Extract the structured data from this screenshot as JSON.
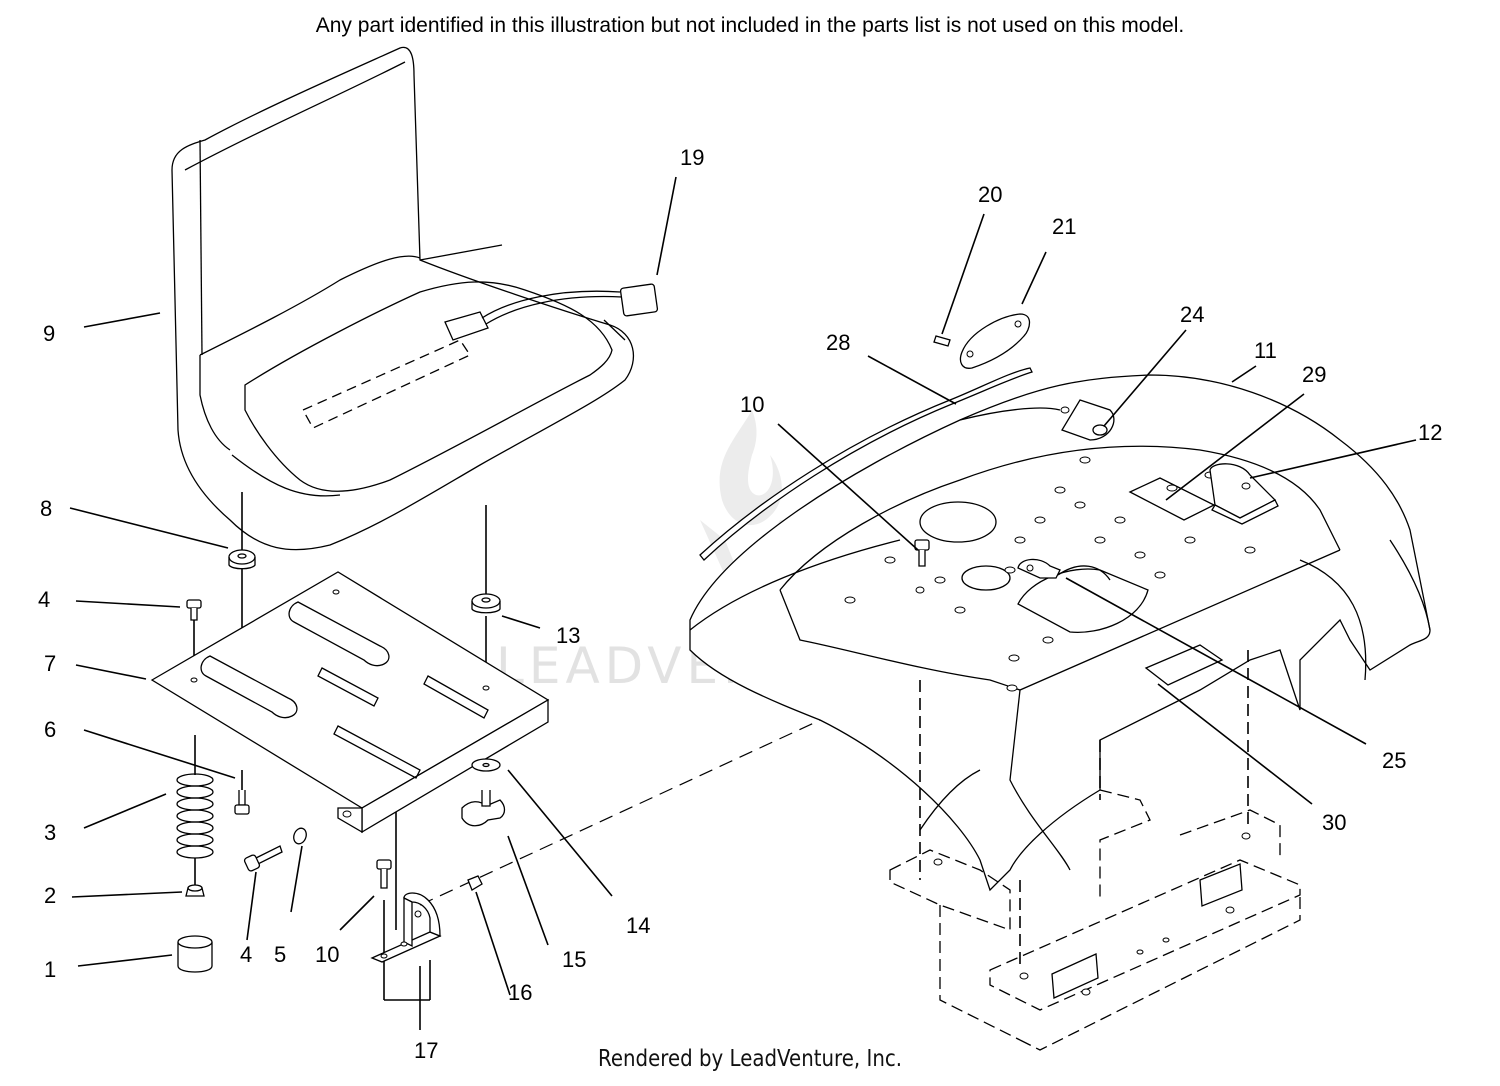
{
  "header_note": "Any part identified in this illustration but not included in the parts list is not used on this model.",
  "footer_credit": "Rendered by LeadVenture, Inc.",
  "watermark": "LEADVENTURE",
  "callouts": {
    "c1": "1",
    "c2": "2",
    "c3": "3",
    "c4a": "4",
    "c4b": "4",
    "c5": "5",
    "c6": "6",
    "c7": "7",
    "c8": "8",
    "c9": "9",
    "c10a": "10",
    "c10b": "10",
    "c11": "11",
    "c12": "12",
    "c13": "13",
    "c14": "14",
    "c15": "15",
    "c16": "16",
    "c17": "17",
    "c19": "19",
    "c20": "20",
    "c21": "21",
    "c24": "24",
    "c25": "25",
    "c28": "28",
    "c29": "29",
    "c30": "30"
  }
}
